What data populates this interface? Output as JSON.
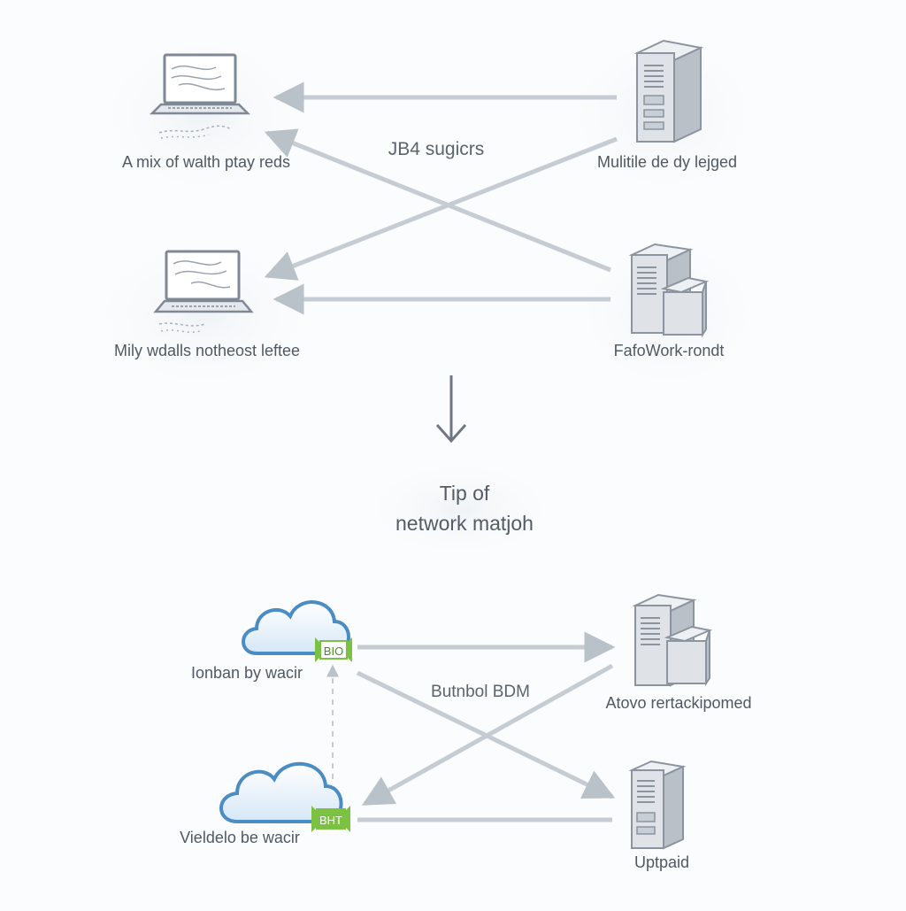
{
  "colors": {
    "line": "#c5ccd3",
    "arrow_head": "#b9c1c9",
    "device_stroke": "#7f8894",
    "server_face": "#dfe3e8",
    "server_side": "#b9c0c8",
    "cloud_fill": "#eaf3fb",
    "cloud_stroke": "#4a8cc4",
    "badge_green": "#7cc242",
    "text": "#4f5963"
  },
  "top": {
    "center_label": "JB4 sugicrs",
    "left_top_label": "A mix of walth ptay reds",
    "left_bottom_label": "Mily wdalls notheost leftee",
    "right_top_label": "Mulitile de dy lejged",
    "right_bottom_label": "FafoWork-rondt"
  },
  "middle": {
    "tip_line1": "Tip of",
    "tip_line2": "network matjoh"
  },
  "bottom": {
    "center_label": "Butnbol BDM",
    "cloud_top_label": "Ionban by wacir",
    "cloud_top_badge": "BIO",
    "cloud_bottom_label": "Vieldelo be wacir",
    "cloud_bottom_badge": "BHT",
    "right_top_label": "Atovo rertackipomed",
    "right_bottom_label": "Uptpaid"
  },
  "icons": {
    "laptop": "laptop-icon",
    "server": "server-tower-icon",
    "cloud": "cloud-icon",
    "arrow": "down-arrow-icon"
  }
}
